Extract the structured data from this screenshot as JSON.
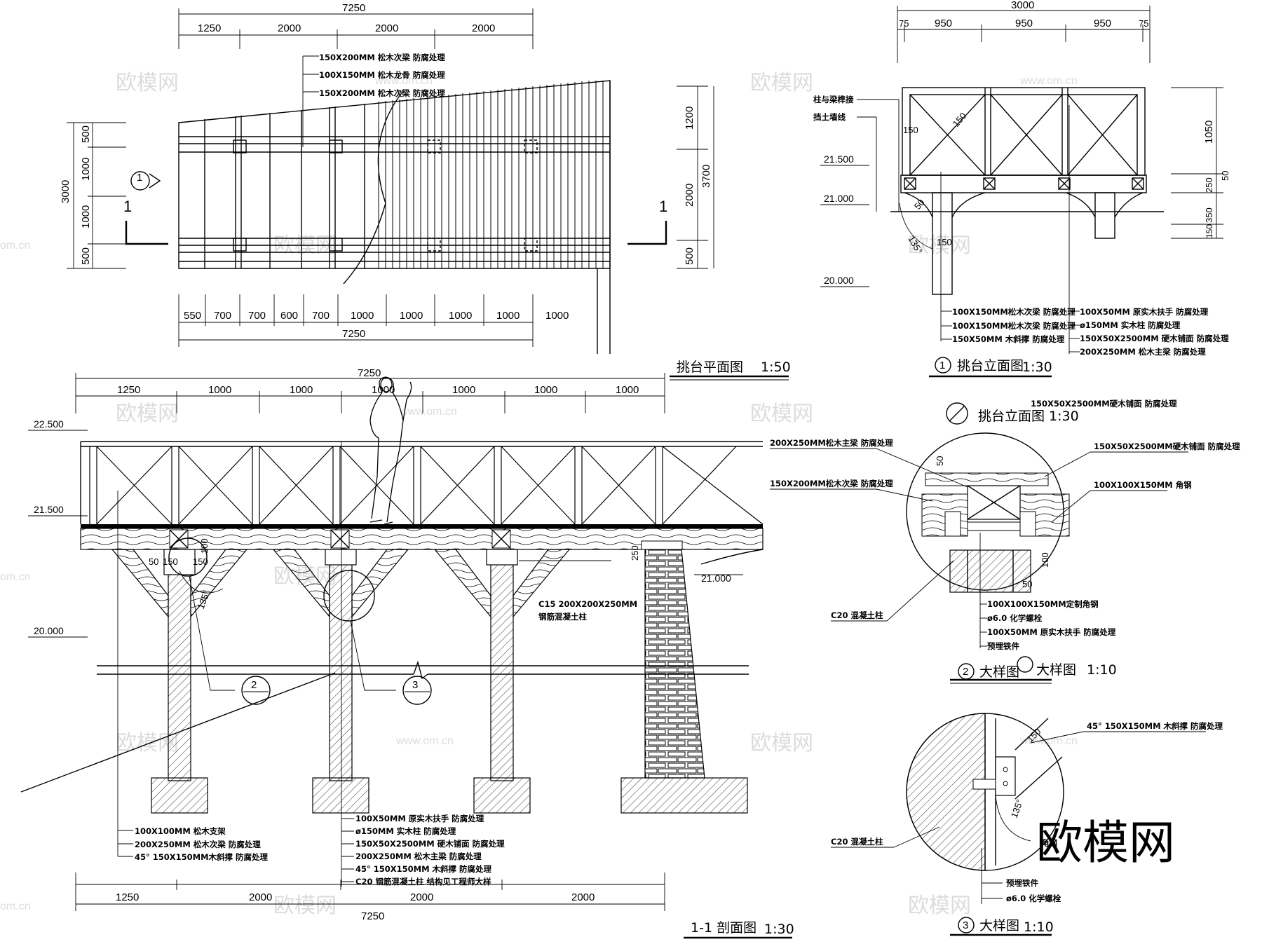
{
  "plan": {
    "title": "挑台平面图",
    "scale": "1:50",
    "top_total": "7250",
    "top_dims": [
      "1250",
      "2000",
      "2000",
      "2000"
    ],
    "bottom_dims": [
      "550",
      "700",
      "700",
      "600",
      "700",
      "1000",
      "1000",
      "1000",
      "1000",
      "1000"
    ],
    "bottom_total": "7250",
    "left_total": "3000",
    "left_dims": [
      "500",
      "1000",
      "1000",
      "500"
    ],
    "right_total": "3700",
    "right_dims": [
      "1200",
      "2000",
      "500"
    ],
    "section_mark": "1",
    "notes": [
      "150X200MM 松木次梁  防腐处理",
      "100X150MM 松木龙骨  防腐处理",
      "150X200MM 松木次梁  防腐处理"
    ]
  },
  "elevation": {
    "title": "挑台立面图",
    "scale": "1:30",
    "num": "1",
    "top_total": "3000",
    "top_dims": [
      "75",
      "950",
      "950",
      "950",
      "75"
    ],
    "right_dims": [
      "1050",
      "250",
      "350",
      "150"
    ],
    "right_small": "50",
    "left_labels": [
      "柱与梁榫接",
      "挡土墙线"
    ],
    "levels": [
      "21.500",
      "21.000",
      "20.000"
    ],
    "small_dims": [
      "150",
      "150",
      "50",
      "150"
    ],
    "angle": "135°",
    "notes_left": [
      "100X150MM松木次梁  防腐处理",
      "100X150MM松木次梁  防腐处理",
      "150X50MM 木斜撑  防腐处理"
    ],
    "notes_right": [
      "100X50MM  原实木扶手  防腐处理",
      "ø150MM 实木柱  防腐处理",
      "150X50X2500MM 硬木铺面  防腐处理",
      "200X250MM 松木主梁  防腐处理"
    ]
  },
  "section": {
    "title": "1-1 剖面图",
    "scale": "1:30",
    "top_total": "7250",
    "top_dims": [
      "1250",
      "1000",
      "1000",
      "1000",
      "1000",
      "1000",
      "1000"
    ],
    "bottom_dims": [
      "1250",
      "2000",
      "2000",
      "2000"
    ],
    "bottom_total": "7250",
    "levels": [
      "22.500",
      "21.500",
      "20.000",
      "21.000"
    ],
    "small_dims": [
      "50",
      "150",
      "150",
      "100",
      "250"
    ],
    "angle": "135°",
    "callouts": [
      "2",
      "3"
    ],
    "column_note": [
      "C15 200X200X250MM",
      "钢筋混凝土柱"
    ],
    "notes_a": [
      "100X100MM 松木支架",
      "200X250MM 松木次梁  防腐处理",
      "45° 150X150MM木斜撑  防腐处理"
    ],
    "notes_b": [
      "100X50MM  原实木扶手  防腐处理",
      "ø150MM 实木柱  防腐处理",
      "150X50X2500MM 硬木铺面  防腐处理",
      "200X250MM 松木主梁  防腐处理",
      "45° 150X150MM 木斜撑  防腐处理",
      "C20  钢筋混凝土柱  结构见工程师大样"
    ]
  },
  "detail2": {
    "title": "大样图",
    "scale": "1:10",
    "num": "2",
    "overlap_title": "挑台立面图 1:30",
    "notes_left": [
      "200X250MM松木主梁  防腐处理",
      "150X200MM松木次梁  防腐处理",
      "C20 混凝土柱"
    ],
    "notes_right": [
      "150X50X2500MM硬木铺面  防腐处理",
      "150X50X2500MM硬木铺面  防腐处理",
      "100X100X150MM 角钢"
    ],
    "notes_bottom": [
      "100X100X150MM定制角钢",
      "ø6.0 化学螺栓",
      "100X50MM  原实木扶手  防腐处理",
      "预埋铁件"
    ],
    "small_dims": [
      "50",
      "100",
      "50"
    ]
  },
  "detail3": {
    "title": "大样图",
    "scale": "1:10",
    "num": "3",
    "notes": [
      "45° 150X150MM 木斜撑  防腐处理",
      "C20 混凝土柱",
      "角钢",
      "预埋铁件",
      "ø6.0 化学螺栓"
    ],
    "dim": "150",
    "angle": "135°"
  },
  "watermark": {
    "brand": "欧模网",
    "site": "www.om.cn",
    "site_short": "om.cn"
  }
}
